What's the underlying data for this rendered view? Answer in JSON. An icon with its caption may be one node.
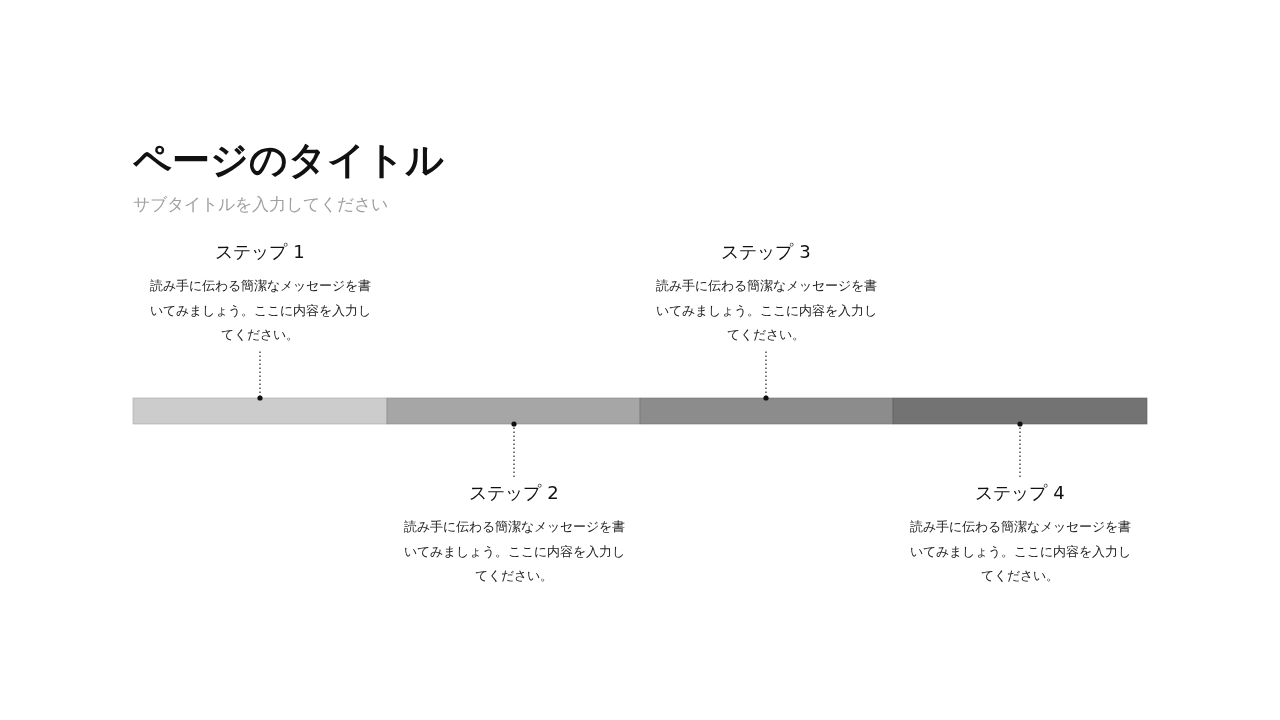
{
  "diagram": {
    "title": "ページのタイトル",
    "nodes": [
      {
        "text": [
          "ステップ 1",
          "読み手に伝わる簡潔なメッセージを書いてみましょう。ここに内容を入力してください。"
        ]
      },
      {
        "text": [
          "ステップ 3",
          "読み手に伝わる簡潔なメッセージを書いてみましょう。ここに内容を入力してください。"
        ]
      },
      {
        "text": [],
        "shape": "bar"
      },
      {
        "text": [],
        "shape": "bar"
      },
      {
        "text": [],
        "shape": "bar"
      },
      {
        "text": [],
        "shape": "bar"
      },
      {
        "text": [
          "ステップ 2",
          "読み手に伝わる簡潔なメッセージを書いてみましょう。ここに内容を入力してください。"
        ]
      },
      {
        "text": [
          "ステップ 4",
          "読み手に伝わる簡潔なメッセージを書いてみましょう。ここに内容を入力してください。"
        ]
      }
    ],
    "edges": [
      {
        "from": 0,
        "to": 2,
        "arrow": "other",
        "style": "dashed"
      },
      {
        "from": 6,
        "to": 3,
        "arrow": "other",
        "style": "dashed"
      },
      {
        "from": 1,
        "to": 4,
        "arrow": "other",
        "style": "dashed"
      },
      {
        "from": 7,
        "to": 5,
        "arrow": "other",
        "style": "dashed"
      }
    ],
    "labels": [
      "サブタイトルを入力してください"
    ]
  }
}
